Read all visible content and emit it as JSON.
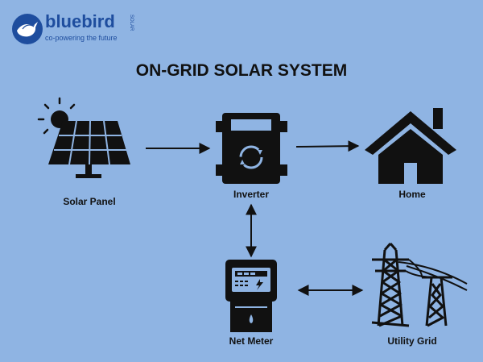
{
  "brand": {
    "name": "bluebird",
    "tagline": "co-powering the future",
    "vertical_text": "SOLAR",
    "color": "#1e4d9e"
  },
  "title": "ON-GRID SOLAR SYSTEM",
  "nodes": {
    "solar_panel": {
      "label": "Solar Panel",
      "icon": "solar-panel-icon"
    },
    "inverter": {
      "label": "Inverter",
      "icon": "inverter-icon"
    },
    "home": {
      "label": "Home",
      "icon": "house-icon"
    },
    "net_meter": {
      "label": "Net Meter",
      "icon": "electric-meter-icon"
    },
    "utility_grid": {
      "label": "Utility Grid",
      "icon": "transmission-tower-icon"
    }
  },
  "connections": [
    {
      "from": "Solar Panel",
      "to": "Inverter",
      "direction": "one-way"
    },
    {
      "from": "Inverter",
      "to": "Home",
      "direction": "one-way"
    },
    {
      "from": "Inverter",
      "to": "Net Meter",
      "direction": "two-way"
    },
    {
      "from": "Net Meter",
      "to": "Utility Grid",
      "direction": "two-way"
    }
  ],
  "colors": {
    "background": "#8fb4e3",
    "icon": "#111111"
  }
}
